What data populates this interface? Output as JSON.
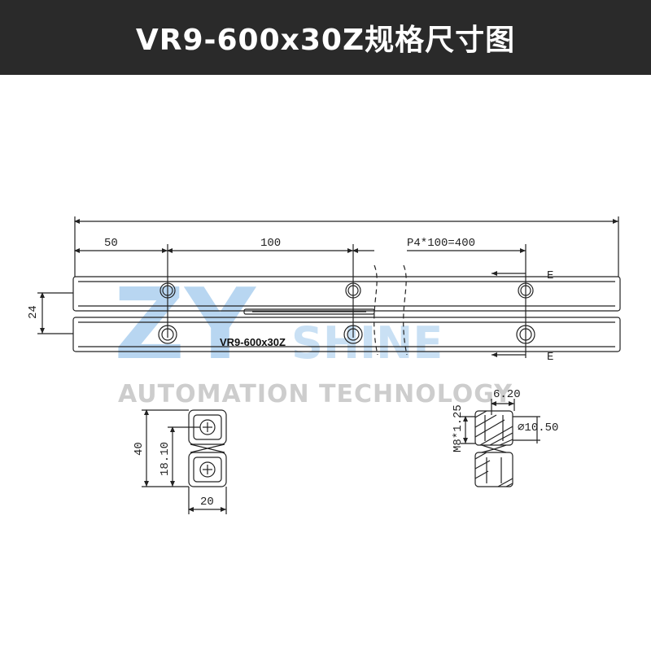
{
  "header": {
    "title": "VR9-600x30Z规格尺寸图"
  },
  "watermark": {
    "logo": "ZY",
    "brand": "SHINE",
    "tagline": "AUTOMATION TECHNOLOGY"
  },
  "drawing": {
    "part_label": "VR9-600x30Z",
    "dims": {
      "d50": "50",
      "d100": "100",
      "pitch": "P4*100=400",
      "d24": "24",
      "d40": "40",
      "d18": "18.10",
      "d20": "20",
      "d620": "6.20",
      "d1050": "∅10.50",
      "thread": "M8*1.25"
    },
    "section_mark": "E"
  },
  "colors": {
    "header_bg": "#2a2a2a",
    "header_text": "#ffffff",
    "watermark_blue": "#7fb6e6",
    "line": "#222222"
  }
}
